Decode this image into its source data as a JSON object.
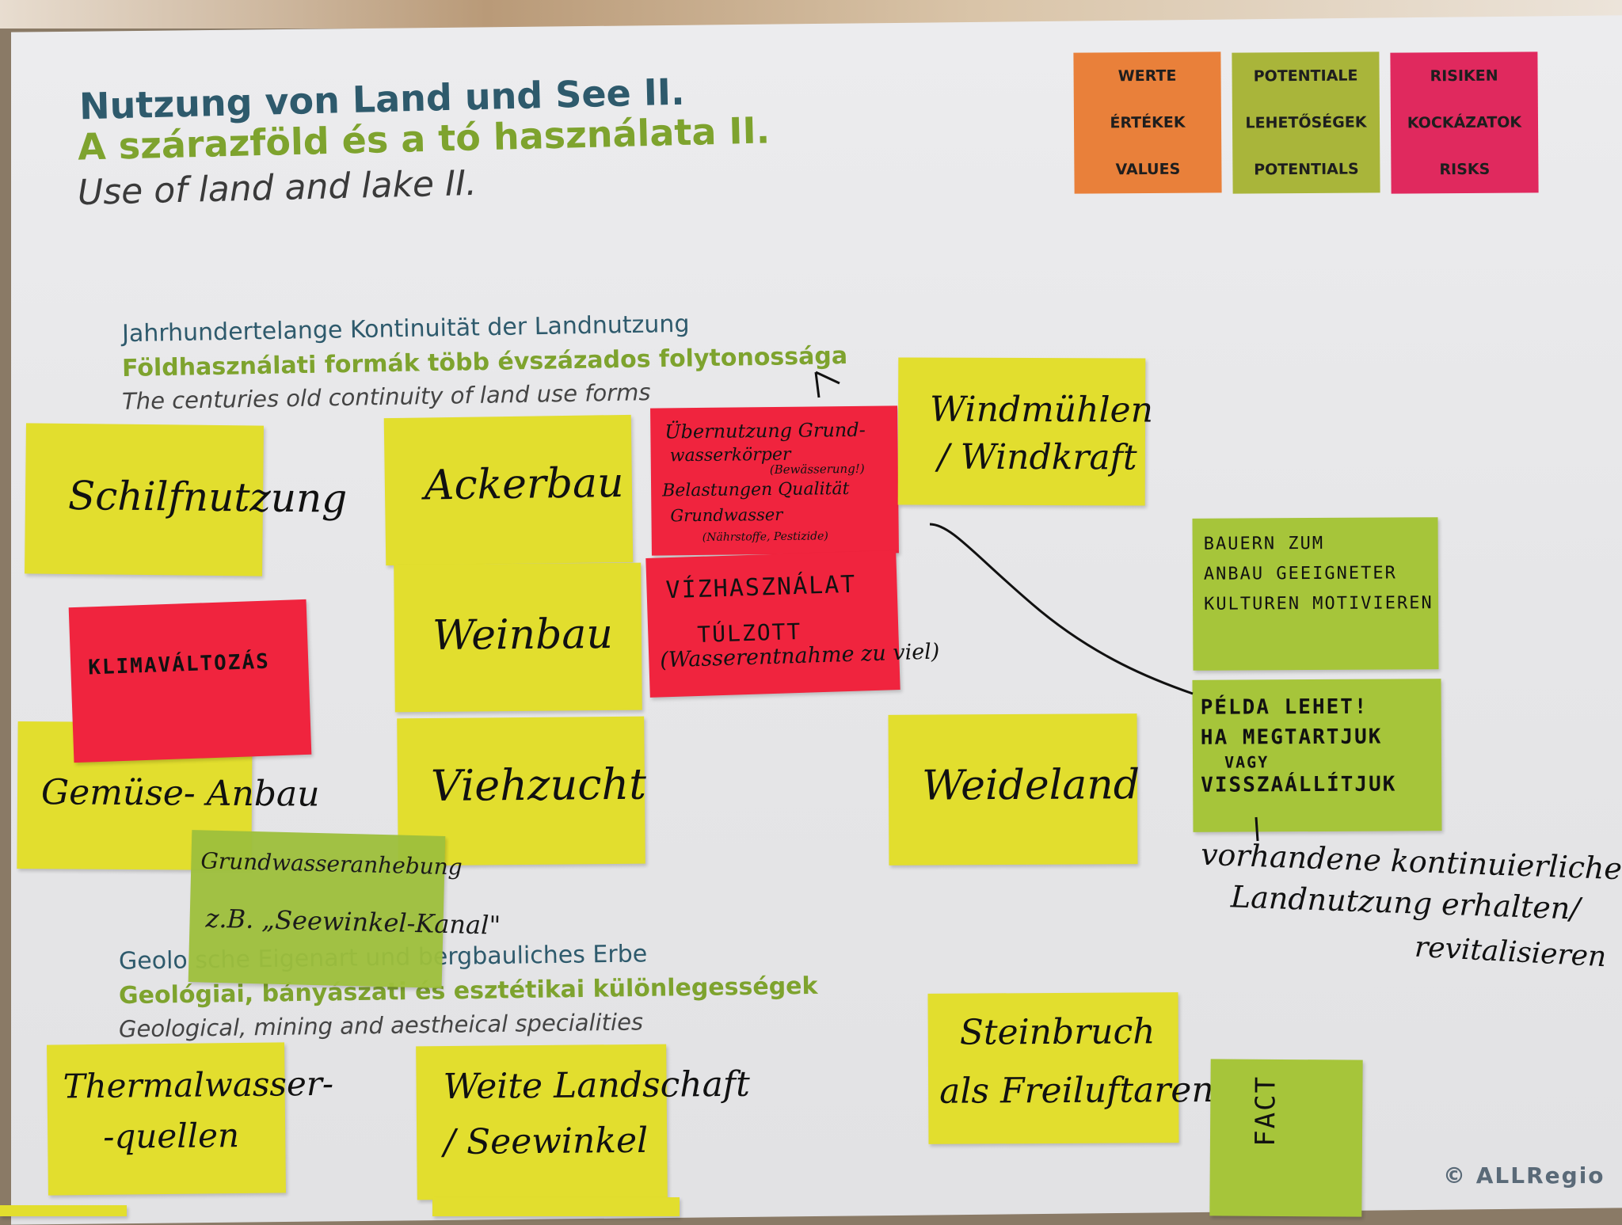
{
  "title": {
    "de": "Nutzung von Land und See II.",
    "hu": "A szárazföld és a  tó használata II.",
    "en": "Use of land and lake II."
  },
  "legend": [
    {
      "l1": "WERTE",
      "l2": "ÉRTÉKEK",
      "l3": "VALUES",
      "color": "#e9803a"
    },
    {
      "l1": "POTENTIALE",
      "l2": "LEHETŐSÉGEK",
      "l3": "POTENTIALS",
      "color": "#a9b53a"
    },
    {
      "l1": "RISIKEN",
      "l2": "KOCKÁZATOK",
      "l3": "RISKS",
      "color": "#e0295e"
    }
  ],
  "section1": {
    "de": "Jahrhundertelange Kontinuität der Landnutzung",
    "hu": "Földhasználati formák több évszázados folytonossága",
    "en": "The centuries old continuity of land use forms"
  },
  "section2": {
    "de": "Geolo          sche Eigenart und bergbauliches Erbe",
    "hu": "Geológiai, bányászati és esztétikai különlegességek",
    "en": "Geological, mining and aestheical specialities"
  },
  "notes": {
    "schilf": "Schilfnutzung",
    "ackerbau": "Ackerbau",
    "weinbau": "Weinbau",
    "viehzucht": "Viehzucht",
    "klima": "KLIMAVÁLTOZÁS",
    "gemuse": "Gemüse- Anbau",
    "grund1": "Grundwasseranhebung",
    "grund2": "z.B. „Seewinkel-Kanal\"",
    "uber1": "Übernutzung Grund-",
    "uber2": "wasserkörper",
    "uber3": "(Bewässerung!)",
    "uber4": "Belastungen Qualität",
    "uber5": "Grundwasser",
    "uber6": "(Nährstoffe, Pestizide)",
    "viz1": "VÍZHASZNÁLAT",
    "viz2": "TÚLZOTT",
    "viz3": "(Wasserentnahme zu viel)",
    "wind1": "Windmühlen",
    "wind2": "/ Windkraft",
    "bauern1": "BAUERN ZUM",
    "bauern2": "ANBAU GEEIGNETER",
    "bauern3": "KULTUREN MOTIVIEREN",
    "pelda1": "PÉLDA LEHET!",
    "pelda2": "HA MEGTARTJUK",
    "pelda3": "VAGY",
    "pelda4": "VISSZAÁLLÍTJUK",
    "weideland": "Weideland",
    "vorh1": "vorhandene kontinuierliche",
    "vorh2": "Landnutzung erhalten/",
    "vorh3": "revitalisieren",
    "thermal1": "Thermalwasser-",
    "thermal2": "-quellen",
    "weite1": "Weite Landschaft",
    "weite2": "/ Seewinkel",
    "stein1": "Steinbruch",
    "stein2": "als Freiluftarena",
    "fact": "FACT"
  },
  "watermark": "© ALLRegio"
}
